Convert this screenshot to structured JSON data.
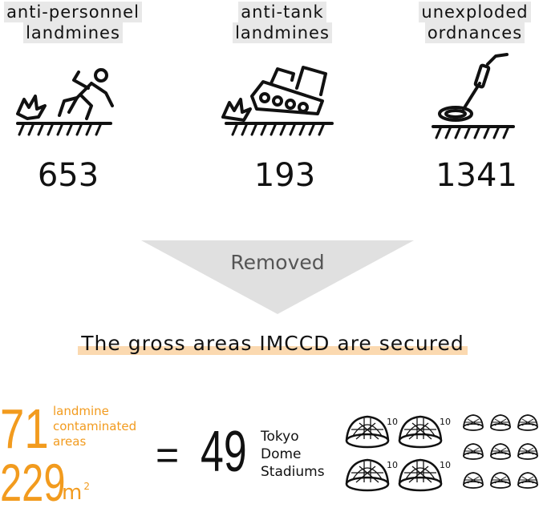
{
  "categories": [
    {
      "label_line1": "anti-personnel",
      "label_line2": "landmines",
      "count": "653",
      "icon": "person-stepping-on-mine-icon"
    },
    {
      "label_line1": "anti-tank",
      "label_line2": "landmines",
      "count": "193",
      "icon": "tank-on-mine-icon"
    },
    {
      "label_line1": "unexploded",
      "label_line2": "ordnances",
      "count": "1341",
      "icon": "metal-detector-icon"
    }
  ],
  "removed_label": "Removed",
  "secured_text": "The gross areas IMCCD are secured",
  "areas": {
    "count": "71",
    "label_line1": "landmine",
    "label_line2": "contaminated",
    "label_line3": "areas",
    "size_value": "229",
    "size_unit": "m",
    "size_unit_sup": "2"
  },
  "equals": "=",
  "stadiums": {
    "count": "49",
    "label_line1": "Tokyo",
    "label_line2": "Dome",
    "label_line3": "Stadiums",
    "large_dome_multiplier": "10"
  },
  "colors": {
    "accent": "#f29b1e",
    "highlight": "#fbd9b0",
    "label_bg": "#e8e8e8",
    "arrow": "#e0e0e0"
  }
}
